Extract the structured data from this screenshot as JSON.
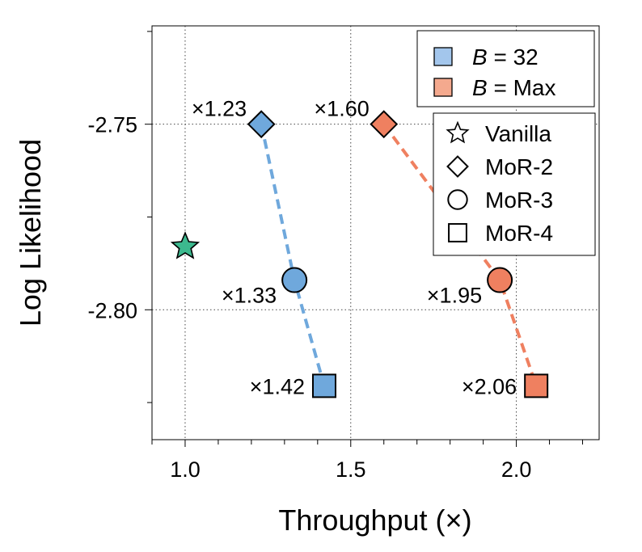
{
  "chart_data": {
    "type": "scatter",
    "xlabel": "Throughput (×)",
    "ylabel": "Log Likelihood",
    "xlim": [
      0.9,
      2.25
    ],
    "ylim": [
      -2.835,
      -2.7235
    ],
    "x_ticks": [
      1.0,
      1.5,
      2.0
    ],
    "x_tick_labels": [
      "1.0",
      "1.5",
      "2.0"
    ],
    "x_minor_step": 0.1,
    "y_ticks": [
      -2.75,
      -2.8
    ],
    "y_tick_labels": [
      "-2.75",
      "-2.80"
    ],
    "y_minor_step": 0.025,
    "grid": true,
    "series": [
      {
        "name": "B = 32",
        "name_var": "B",
        "name_rest": " = 32",
        "color": "#6fa8dc",
        "line_color": "#6fa8dc",
        "points": [
          {
            "model": "MoR-2",
            "marker": "diamond",
            "x": 1.23,
            "y": -2.75,
            "label": "×1.23"
          },
          {
            "model": "MoR-3",
            "marker": "circle",
            "x": 1.33,
            "y": -2.792,
            "label": "×1.33"
          },
          {
            "model": "MoR-4",
            "marker": "square",
            "x": 1.42,
            "y": -2.8205,
            "label": "×1.42"
          }
        ]
      },
      {
        "name": "B = Max",
        "name_var": "B",
        "name_rest": " = Max",
        "color": "#ef8060",
        "line_color": "#ef8060",
        "points": [
          {
            "model": "MoR-2",
            "marker": "diamond",
            "x": 1.6,
            "y": -2.75,
            "label": "×1.60"
          },
          {
            "model": "MoR-3",
            "marker": "circle",
            "x": 1.95,
            "y": -2.792,
            "label": "×1.95"
          },
          {
            "model": "MoR-4",
            "marker": "square",
            "x": 2.06,
            "y": -2.8205,
            "label": "×2.06"
          }
        ]
      }
    ],
    "baseline": {
      "name": "Vanilla",
      "marker": "star",
      "x": 1.0,
      "y": -2.783,
      "color": "#3cb98e"
    },
    "legend_batch": {
      "placement": "top-right",
      "entries": [
        {
          "var": "B",
          "rest": " = 32",
          "color": "#a3c6ec"
        },
        {
          "var": "B",
          "rest": " = Max",
          "color": "#f4a98e"
        }
      ]
    },
    "legend_models": {
      "placement": "top-right",
      "entries": [
        {
          "label": "Vanilla",
          "marker": "star"
        },
        {
          "label": "MoR-2",
          "marker": "diamond"
        },
        {
          "label": "MoR-3",
          "marker": "circle"
        },
        {
          "label": "MoR-4",
          "marker": "square"
        }
      ]
    }
  }
}
